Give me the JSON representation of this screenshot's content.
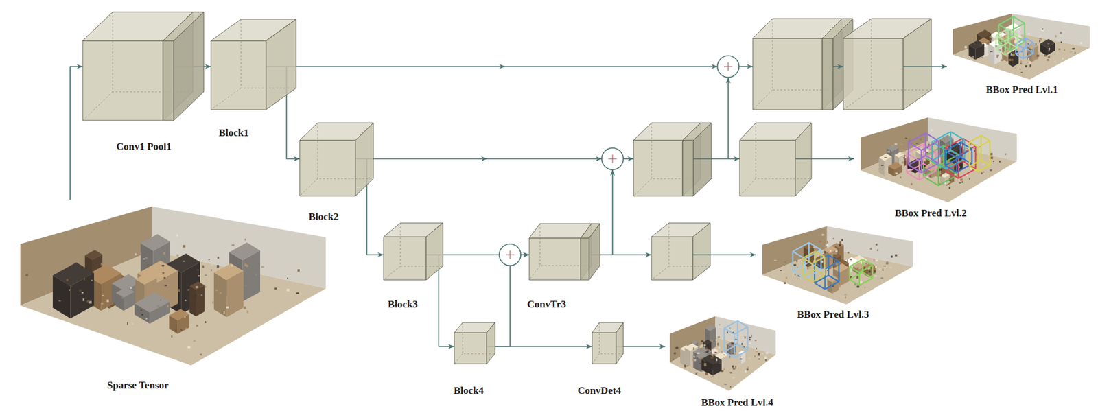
{
  "diagram": {
    "nodes": [
      {
        "text": [
          "Sparse Tensor"
        ]
      },
      {
        "text": [
          "Conv1 Pool1"
        ]
      },
      {
        "text": [
          "Block1"
        ]
      },
      {
        "text": [
          "Block2"
        ]
      },
      {
        "text": [
          "Block3"
        ]
      },
      {
        "text": [
          "Block4"
        ]
      },
      {
        "text": [
          "ConvTr3"
        ]
      },
      {
        "text": [
          "ConvDet4"
        ]
      },
      {
        "text": [
          "BBox Pred Lvl.1"
        ]
      },
      {
        "text": [
          "BBox Pred Lvl.2"
        ]
      },
      {
        "text": [
          "BBox Pred Lvl.3"
        ]
      },
      {
        "text": [
          "BBox Pred Lvl.4"
        ]
      }
    ],
    "edges": [
      {
        "from": 0,
        "to": 1,
        "arrow": "to"
      },
      {
        "from": 1,
        "to": 2,
        "arrow": "to"
      },
      {
        "from": 2,
        "to": 3,
        "arrow": "to"
      },
      {
        "from": 3,
        "to": 4,
        "arrow": "to"
      },
      {
        "from": 4,
        "to": 5,
        "arrow": "to"
      },
      {
        "from": 4,
        "to": 6,
        "arrow": "to"
      },
      {
        "from": 5,
        "to": 6,
        "arrow": "to"
      },
      {
        "from": 5,
        "to": 7,
        "arrow": "to"
      },
      {
        "from": 7,
        "to": 11,
        "arrow": "to"
      }
    ]
  }
}
